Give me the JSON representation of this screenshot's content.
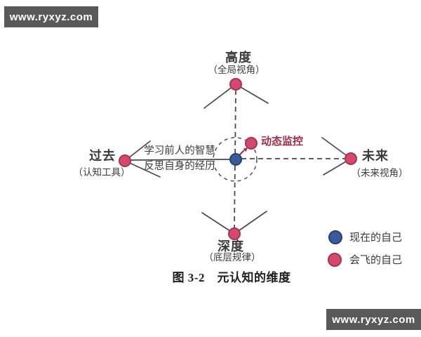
{
  "watermark": {
    "text": "www.ryxyz.com"
  },
  "colors": {
    "node_pink": "#d6496f",
    "node_pink_stroke": "#a73253",
    "center_blue": "#3c5a99",
    "center_blue_stroke": "#27406f",
    "line_gray": "#4a4a4a",
    "monitor_red": "#a22c46",
    "watermark_bg": "#595959"
  },
  "diagram": {
    "nodes": {
      "top": {
        "title": "高度",
        "subtitle": "（全局视角）"
      },
      "left": {
        "title": "过去",
        "subtitle": "（认知工具）"
      },
      "right": {
        "title": "未来",
        "subtitle": "（未来视角）"
      },
      "bottom": {
        "title": "深度",
        "subtitle": "（底层规律）"
      }
    },
    "edge_notes": {
      "top_line": "学习前人的智慧",
      "bottom_line": "反思自身的经历"
    },
    "monitor_label": "动态监控",
    "legend": [
      {
        "swatch": "blue",
        "label": "现在的自己"
      },
      {
        "swatch": "pink",
        "label": "会飞的自己"
      }
    ],
    "caption": "图 3-2　元认知的维度"
  }
}
